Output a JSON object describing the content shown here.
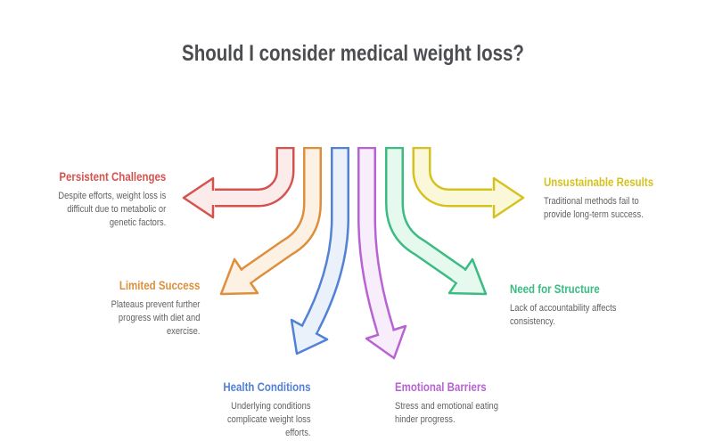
{
  "title": "Should I consider medical weight loss?",
  "colors": {
    "title_text": "#4b4d51",
    "body_text": "#5f6163",
    "background": "#ffffff"
  },
  "items": [
    {
      "id": "persistent-challenges",
      "heading": "Persistent Challenges",
      "body": "Despite efforts, weight loss is\ndifficult due to metabolic or\ngenetic factors.",
      "color": "#d5534f",
      "arrow_fill": "#fbebeb",
      "arrow_direction": "left"
    },
    {
      "id": "limited-success",
      "heading": "Limited Success",
      "body": "Plateaus prevent further\nprogress with diet and\nexercise.",
      "color": "#dd8f3d",
      "arrow_fill": "#fcf1e3",
      "arrow_direction": "down-left"
    },
    {
      "id": "health-conditions",
      "heading": "Health Conditions",
      "body": "Underlying conditions\ncomplicate weight loss\nefforts.",
      "color": "#5381d6",
      "arrow_fill": "#eaf1fb",
      "arrow_direction": "down"
    },
    {
      "id": "emotional-barriers",
      "heading": "Emotional Barriers",
      "body": "Stress and emotional eating\nhinder progress.",
      "color": "#b863d2",
      "arrow_fill": "#f8edfb",
      "arrow_direction": "down"
    },
    {
      "id": "need-for-structure",
      "heading": "Need for Structure",
      "body": "Lack of accountability affects\nconsistency.",
      "color": "#3cbc83",
      "arrow_fill": "#e6f9ef",
      "arrow_direction": "down-right"
    },
    {
      "id": "unsustainable-results",
      "heading": "Unsustainable Results",
      "body": "Traditional methods fail to\nprovide long-term success.",
      "color": "#d6c21f",
      "arrow_fill": "#fbf7d9",
      "arrow_direction": "right"
    }
  ]
}
